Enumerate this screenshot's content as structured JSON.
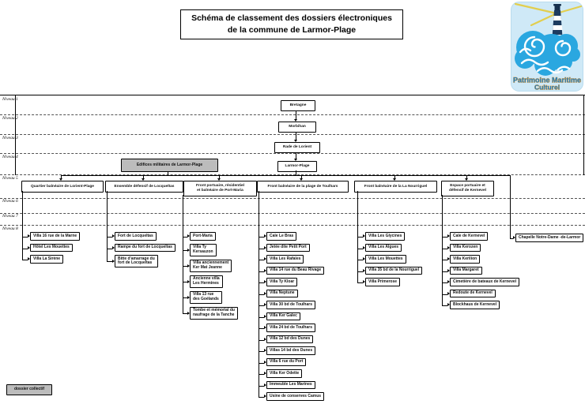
{
  "title": {
    "line1": "Schéma de classement des dossiers électroniques",
    "line2": "de la commune de Larmor-Plage"
  },
  "logo": {
    "line1": "Patrimoine Maritime",
    "line2": "Culturel",
    "colors": {
      "background": "#cfe9f7",
      "wave_blue": "#2aa7e0",
      "text_blue": "#1e7ec2",
      "text_outline_orange": "#ef9b2d",
      "lighthouse_navy": "#1d3c60",
      "beam_yellow": "#e2ce4e"
    }
  },
  "levels": [
    "Niveau 1",
    "Niveau 2",
    "Niveau 3",
    "Niveau 4",
    "Niveau 5",
    "Niveau 6",
    "Niveau 7",
    "Niveau 8"
  ],
  "chain": [
    "Bretagne",
    "Morbihan",
    "Rade de Lorient",
    "Larmor-Plage"
  ],
  "collective": {
    "label": "Edifices militaires de Larmor-Plage",
    "fill": "#bcbcbc"
  },
  "legend": {
    "label": "dossier collectif",
    "fill": "#bcbcbc"
  },
  "chapelle": {
    "label": "Chapelle Notre-Dame -de-Larmor"
  },
  "columns": [
    {
      "header": "Quartier balnéaire de Lorient-Plage",
      "items": [
        "Villa 16 rue de la Marne",
        "Hôtel Les Mouettes",
        "Villa La Sirène"
      ]
    },
    {
      "header": "Ensemble défensif de Locqueltas",
      "items": [
        "Fort de Locqueltas",
        "Rampe du fort de Locqueltas",
        "Bitte d'amarrage du\nfort de Locqueltas"
      ]
    },
    {
      "header": "Front portuaire, résidentiel\net balnéaire de Port-Maria",
      "items": [
        "Port-Maria",
        "Villa Ty\nKersauzon",
        "Villa anciennement\nKer Mat Jeanne",
        "Ancienne villa\nLes Hermines",
        "Villa 13 rue\ndes Goélands",
        "Tombe et mémorial du\nnaufrage de la Tanche"
      ]
    },
    {
      "header": "Front balnéaire de la plage de Toulhars",
      "items": [
        "Cale Le Bras",
        "Jetée dite Petit Port",
        "Villa Les Rafales",
        "Villa 14 rue du Beau Rivage",
        "Villa Ty Kloar",
        "Villa Neptune",
        "Villa 30 bd de Toulhars",
        "Villa Ker Galec",
        "Villa 24 bd de Toulhars",
        "Villa 12 bd des Dunes",
        "Villas 14 bd des Dunes",
        "Villa 6 rue du Port",
        "Villa Ker Odette",
        "Immeuble Les Marines",
        "Usine de conserves Camus"
      ]
    },
    {
      "header": "Front balnéaire de la La Nourriguel",
      "items": [
        "Villa Les Glycines",
        "Villa Les Algues",
        "Villa Les Mouettes",
        "Villa 35 bd de la Nourriguel",
        "Villa Primerose"
      ]
    },
    {
      "header": "Espace portuaire et\ndéfensif de Kernevel",
      "items": [
        "Cale de Kernevel",
        "Villa Kerozen",
        "Villa Kerilion",
        "Villa Margaret",
        "Cimetière de bateaux de Kernevel",
        "Redoute de Kernevel",
        "Blockhaus de Kernevel"
      ]
    }
  ]
}
